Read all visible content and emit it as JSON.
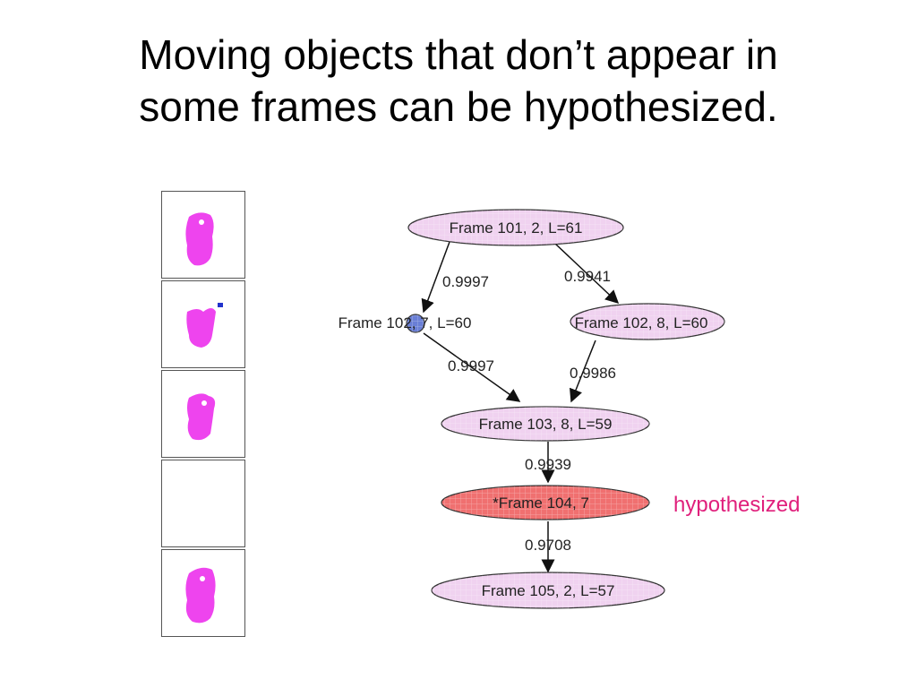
{
  "slide": {
    "title_line1": "Moving objects that don’t appear in",
    "title_line2": "some frames can be hypothesized."
  },
  "annotation": {
    "text": "hypothesized",
    "color": "#e0207c"
  },
  "frames": [
    {
      "id": 1,
      "shows_object": true,
      "extra_blob": false,
      "color": "#ee44ee"
    },
    {
      "id": 2,
      "shows_object": true,
      "extra_blob": true,
      "extra_color": "#2233cc",
      "color": "#ee44ee"
    },
    {
      "id": 3,
      "shows_object": true,
      "extra_blob": false,
      "color": "#ee44ee"
    },
    {
      "id": 4,
      "shows_object": false,
      "extra_blob": false,
      "color": "#ee44ee"
    },
    {
      "id": 5,
      "shows_object": true,
      "extra_blob": false,
      "color": "#ee44ee"
    }
  ],
  "graph": {
    "nodes": [
      {
        "id": "n101",
        "label": "Frame 101, 2, L=61",
        "shape": "ellipse",
        "fill": "#f0d2f0"
      },
      {
        "id": "n102a",
        "label": "Frame 102, 7, L=60",
        "shape": "small-circle",
        "fill": "#6a7fd6"
      },
      {
        "id": "n102b",
        "label": "Frame 102, 8, L=60",
        "shape": "ellipse",
        "fill": "#f0d2f0"
      },
      {
        "id": "n103",
        "label": "Frame 103, 8, L=59",
        "shape": "ellipse",
        "fill": "#f0d2f0"
      },
      {
        "id": "n104",
        "label": "*Frame 104, 7",
        "shape": "ellipse",
        "fill": "#f07070"
      },
      {
        "id": "n105",
        "label": "Frame 105, 2, L=57",
        "shape": "ellipse",
        "fill": "#f0d2f0"
      }
    ],
    "edges": [
      {
        "from": "n101",
        "to": "n102a",
        "weight": "0.9997"
      },
      {
        "from": "n101",
        "to": "n102b",
        "weight": "0.9941"
      },
      {
        "from": "n102a",
        "to": "n103",
        "weight": "0.9997"
      },
      {
        "from": "n102b",
        "to": "n103",
        "weight": "0.9986"
      },
      {
        "from": "n103",
        "to": "n104",
        "weight": "0.9939"
      },
      {
        "from": "n104",
        "to": "n105",
        "weight": "0.9708"
      }
    ]
  }
}
